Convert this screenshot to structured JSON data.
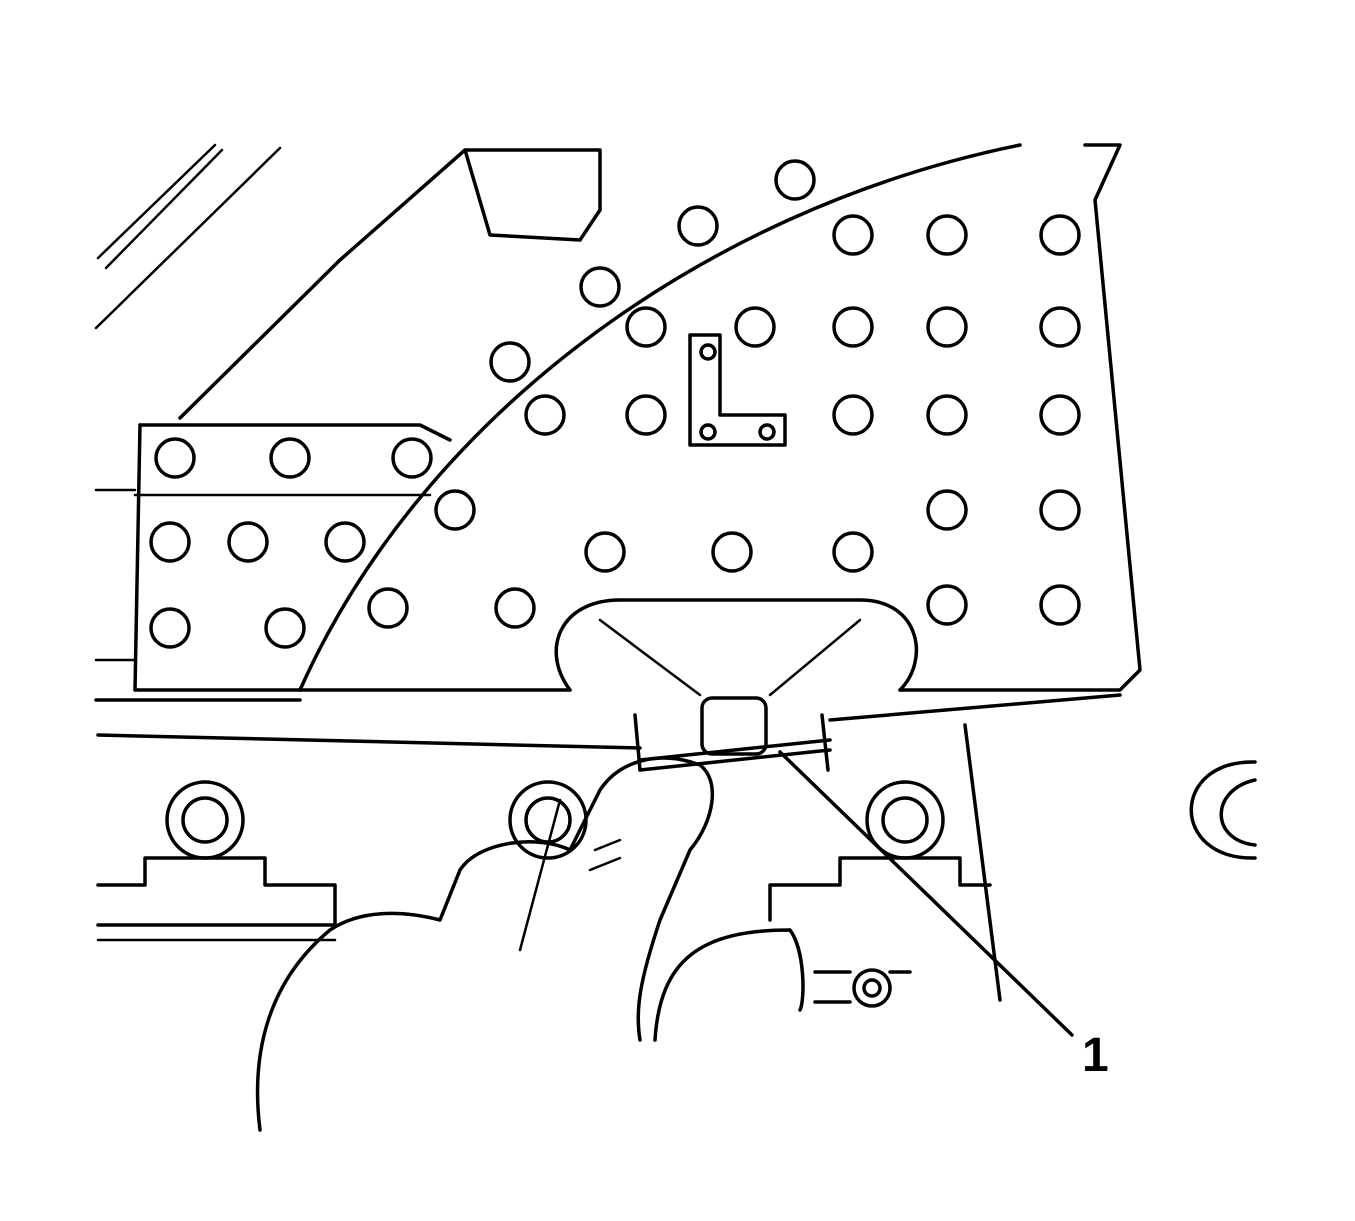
{
  "diagram": {
    "type": "technical-line-illustration",
    "subject": "Panel with perforated holes; hand releasing retaining clip/strap at bottom center",
    "colors": {
      "line": "#000000",
      "background": "#ffffff"
    },
    "callouts": [
      {
        "label": "1",
        "target": "retaining clip / strap"
      }
    ]
  }
}
